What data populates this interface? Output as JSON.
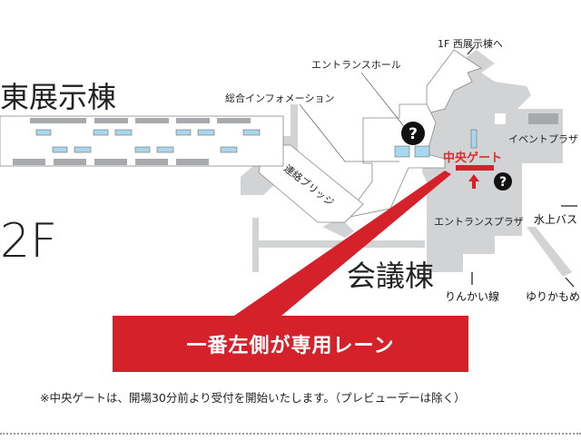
{
  "floor": "2F",
  "buildings": {
    "east": "東展示棟",
    "conference": "会議棟"
  },
  "labels": {
    "entrance_hall": "エントランスホール",
    "general_info": "総合インフォメーション",
    "west_hall": "1F 西展示棟へ",
    "event_plaza": "イベントプラザ",
    "central_gate": "中央ゲート",
    "bridge": "連絡ブリッジ",
    "entrance_plaza": "エントランスプラザ",
    "water_bus": "水上バス",
    "rinkai": "りんかい線",
    "yurikamome": "ゆりかもめ"
  },
  "banner": "一番左側が専用レーン",
  "note": "※中央ゲートは、開場30分前より受付を開始いたします。（プレビューデーは除く）",
  "colors": {
    "accent": "#d52129",
    "map_gray": "#d1d3d4",
    "escalator": "#a9d8ee"
  },
  "icons": [
    "info-question-icon",
    "arrow-icon"
  ]
}
